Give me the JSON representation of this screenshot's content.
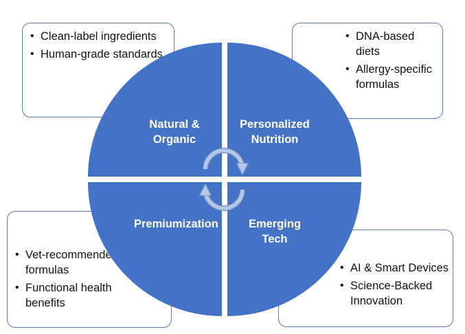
{
  "quadrants": {
    "top_left": {
      "title": "Natural & Organic",
      "bullets": [
        "Clean-label ingredients",
        "Human-grade standards"
      ]
    },
    "top_right": {
      "title": "Personalized Nutrition",
      "bullets": [
        "DNA-based diets",
        "Allergy-specific formulas"
      ]
    },
    "bottom_left": {
      "title": "Premiumization",
      "bullets": [
        "Vet-recommended formulas",
        "Functional health benefits"
      ]
    },
    "bottom_right": {
      "title": "Emerging Tech",
      "bullets": [
        "AI & Smart Devices",
        "Science-Backed Innovation"
      ]
    }
  },
  "colors": {
    "wheel_fill": "#4472c4",
    "box_border": "#5b7ab7",
    "arrow_fill": "#b4c7e7"
  },
  "icons": {
    "center": "circular-arrows-icon"
  }
}
